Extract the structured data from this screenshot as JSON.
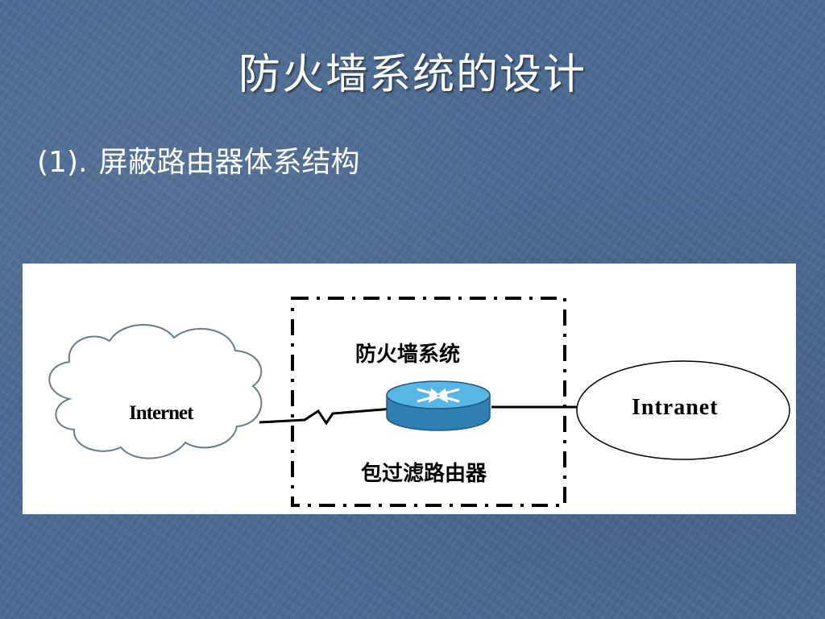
{
  "slide": {
    "title": "防火墙系统的设计",
    "bullet_marker": "(1).",
    "bullet_text": "屏蔽路由器体系结构"
  },
  "diagram": {
    "internet_label": "Internet",
    "intranet_label": "Intranet",
    "firewall_label": "防火墙系统",
    "router_label": "包过滤路由器"
  },
  "colors": {
    "background": "#4a6a92",
    "router_body": "#3fa2d8",
    "text": "#ffffff"
  }
}
